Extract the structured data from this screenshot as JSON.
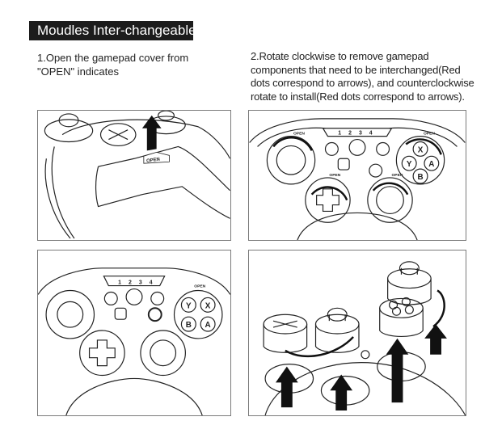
{
  "section": {
    "title": "Moudles Inter-changeable"
  },
  "steps": [
    {
      "text_line1": "1.Open the gamepad cover from",
      "text_line2": "\"OPEN\" indicates"
    },
    {
      "text_line1": "2.Rotate clockwise to remove gamepad",
      "text_line2": "components that need to be interchanged(Red",
      "text_line3": "dots correspond to arrows), and counterclockwise",
      "text_line4": "rotate to install(Red dots correspond to arrows)."
    }
  ],
  "panels": {
    "open_cover": {
      "label": "OPEN"
    },
    "rotate_remove": {
      "player_leds": [
        "1",
        "2",
        "3",
        "4"
      ],
      "open_label": "OPEN",
      "face_buttons": [
        "X",
        "Y",
        "A",
        "B"
      ]
    },
    "installed": {
      "player_leds": [
        "1",
        "2",
        "3",
        "4"
      ],
      "open_label": "OPEN",
      "face_buttons": [
        "Y",
        "X",
        "B",
        "A"
      ]
    },
    "modules_exploded": {}
  },
  "colors": {
    "title_bg": "#1c1c1c",
    "title_fg": "#ffffff",
    "line": "#222222",
    "panel_border": "#7a7a7a"
  }
}
